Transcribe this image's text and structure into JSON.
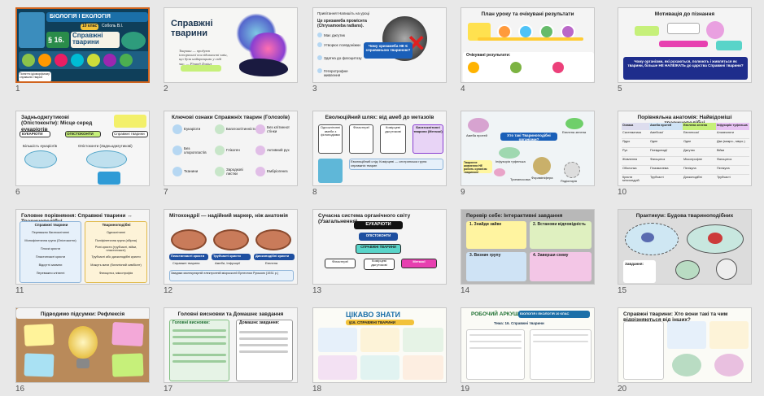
{
  "slides": [
    {
      "n": "1",
      "line1": "БІОЛОГІЯ І ЕКОЛОГІЯ",
      "line2": "10 клас",
      "author": "Соболь В.І.",
      "para": "§ 16.",
      "title": "Справжні тварини",
      "note": "Поняття ідіоморфизму: справжніх тварин"
    },
    {
      "n": "2",
      "title": "Справжні тварини",
      "quote": "Тварини — продукт історичної послідовності змін, що були найкращими у свій час. — Річард Докінз"
    },
    {
      "n": "3",
      "top": "Привітання! Напишіть на уроці",
      "question": "Це хризамеба проміснта (Chrysamoeba radians).",
      "opts": [
        "Має джгутик",
        "Утворює псевдоніжки",
        "Здатна до фагоцитозу",
        "Гетеротрофне живлення"
      ],
      "tag": "Чому хризамеба НЕ Є справжньою твариною?"
    },
    {
      "n": "4",
      "title": "План уроку та очікувані результати",
      "results": "Очікувані результати:"
    },
    {
      "n": "5",
      "title": "Мотивація до пізнання",
      "q": "Чому організми, які рухаються, полюють і живляться як тварини, більше НЕ НАЛЕЖАТЬ до царства Справжні тварини?"
    },
    {
      "n": "6",
      "title": "Задньоджгутикові (Опістоконти): Місце серед еукаріотів",
      "b1": "ЕУКАРІОТИ",
      "b2": "ОПІСТОКОНТИ",
      "b3": "Справжні тварини",
      "l1": "Більшість еукаріотів",
      "l2": "Опістоконти (Задньоджгутикові)"
    },
    {
      "n": "7",
      "title": "Ключові ознаки Справжніх тварин (Голозоїв)",
      "items": [
        "Еукаріоти",
        "Багатоклітинність",
        "Без клітинної стінки",
        "Без хлоропластів",
        "Глікоген",
        "Активний рух",
        "Тканини",
        "Зародкові листки",
        "Ембріогенез"
      ]
    },
    {
      "n": "8",
      "title": "Еволюційний шлях: від амеб до метазоїв",
      "steps": [
        "Одноклітинні амеби з філоподіями",
        "Філастереї",
        "Комірцеві джгутикові",
        "Багатоклітинні тварини (Метазої)"
      ],
      "note": "Еволюційний слід: Комірцеві — сестринська група справжніх тварин"
    },
    {
      "n": "9",
      "title": "Хто такі Твариноподібні організми?",
      "labels": [
        "Амеба протей",
        "Інфузорія туфелька",
        "Трипаносома",
        "Форамініфера",
        "Радіолярія",
        "Евглена зелена"
      ],
      "note": "Тваринне живлення НЕ робить організм твариною!"
    },
    {
      "n": "10",
      "title": "Порівняльна анатомія: Найвідоміші твариноподібні",
      "head": [
        "Ознака",
        "Амеба протей",
        "Евглена зелена",
        "Інфузорія туфелька"
      ],
      "rows": [
        [
          "Систематика",
          "Амебозої",
          "Евгленозої",
          "Альвеоляти"
        ],
        [
          "Ядро",
          "Одне",
          "Одне",
          "Два (макро-, мікро-)"
        ],
        [
          "Рух",
          "Псевдоподії",
          "Джгутик",
          "Війки"
        ],
        [
          "Живлення",
          "Фагоцитоз",
          "Міксотрофне",
          "Фагоцитоз"
        ],
        [
          "Оболонка",
          "Плазмалема",
          "Пелікула",
          "Пелікула"
        ],
        [
          "Кристи мітохондрій",
          "Трубчасті",
          "Дископодібні",
          "Трубчасті"
        ]
      ]
    },
    {
      "n": "11",
      "title": "Головне порівняння: Справжні тварини ↔ Твариноподібні",
      "left_h": "Справжні тварини",
      "right_h": "Твариноподібні",
      "left": [
        "Переважно багатоклітинні",
        "Монофілетична група (Опістоконти)",
        "Плоскі кристи",
        "Пластинчасті кристи",
        "Відсутні захвати",
        "Переважно клітинні"
      ],
      "right": [
        "Одноклітинні",
        "Поліфілетична група (збірна)",
        "Різні кристи (трубчасті, війки, пластинчасті)",
        "Трубчасті або дископодібні кристи",
        "Можуть мати (ботанічний симбіонт)",
        "Фагоцитоз, міксотрофія"
      ]
    },
    {
      "n": "12",
      "title": "Мітохондрії — надійний маркер, ніж анатомія",
      "labels": [
        "Пластинчасті кристи",
        "Трубчасті кристи",
        "Дископодібні кристи"
      ],
      "sub": [
        "Справжні тварини",
        "Амеби, Інфузорії",
        "Евглена"
      ],
      "note": "Завдяки молекулярній електронній мікроскопії Ернестом Руською (1931 р.)"
    },
    {
      "n": "13",
      "title": "Сучасна система органічного світу (Узагальнення)",
      "root": "ЕУКАРІОТИ",
      "mid": "ОПІСТОКОНТИ",
      "holo": "СПРАВЖНІ ТВАРИНИ",
      "b": [
        "Філастереї",
        "Комірцеві джгутикові",
        "Метазої"
      ]
    },
    {
      "n": "14",
      "title": "Перевір себе: Інтерактивні завдання",
      "t1": "1. Знайди зайве",
      "t2": "2. Встанови відповідність",
      "t3": "3. Визнач групу",
      "t4": "4. Заверши схему"
    },
    {
      "n": "15",
      "title": "Практикум: Будова твариноподібних",
      "task": "Завдання:"
    },
    {
      "n": "16",
      "title": "Підводимо підсумки: Рефлексія"
    },
    {
      "n": "17",
      "title": "Головні висновки та Домашнє завдання",
      "left_h": "Головні висновки:",
      "right_h": "Домашнє завдання:"
    },
    {
      "n": "18",
      "title": "ЦІКАВО ЗНАТИ",
      "sub": "§16. СПРАВЖНІ ТВАРИНИ"
    },
    {
      "n": "19",
      "title": "РОБОЧИЙ АРКУШ",
      "sub": "БІОЛОГІЯ І ЕКОЛОГІЯ 10 КЛАС",
      "topic": "Тема: 16. Справжні тварини"
    },
    {
      "n": "20",
      "title": "Справжні тварини: Хто вони такі та чим відрізняються від інших?"
    }
  ]
}
